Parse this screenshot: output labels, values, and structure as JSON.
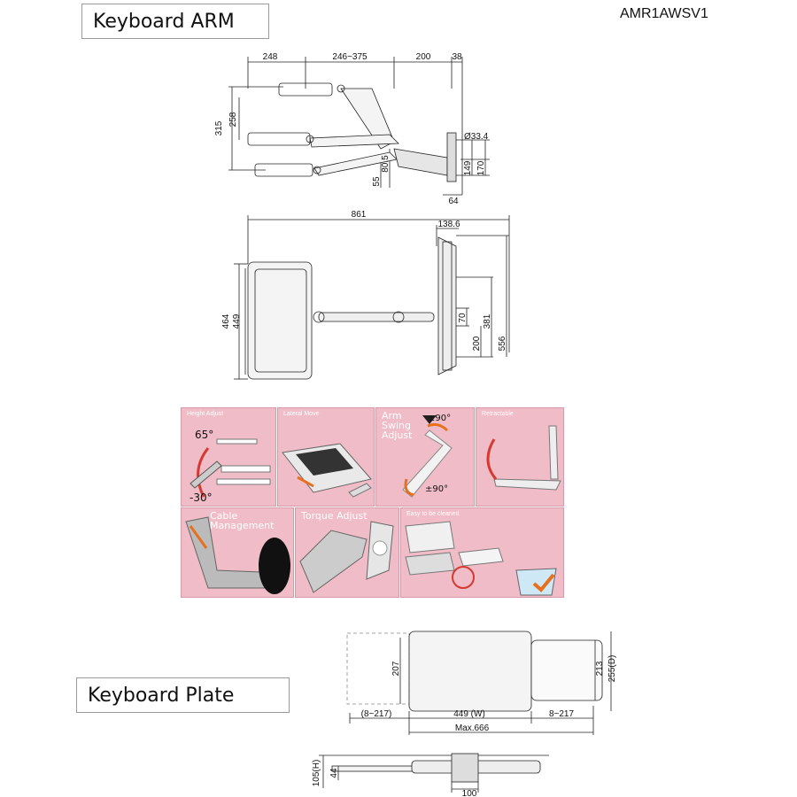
{
  "header": {
    "arm_title": "Keyboard ARM",
    "model_code": "AMR1AWSV1",
    "plate_title": "Keyboard  Plate"
  },
  "side_view": {
    "top_dims": [
      "248",
      "246~375",
      "200",
      "38"
    ],
    "left_dims": [
      "315",
      "258"
    ],
    "right_dims": [
      "Ø33.4",
      "149",
      "170"
    ],
    "low_dims": [
      "55",
      "80.5"
    ],
    "bottom_dim": "64"
  },
  "top_view": {
    "overall_width": "861",
    "right_top": "138.6",
    "left_dims": [
      "464",
      "449"
    ],
    "right_dims": [
      "70",
      "200",
      "381",
      "556"
    ]
  },
  "features": {
    "height_adjust": {
      "label": "Height Adjust",
      "up": "65°",
      "down": "-30°"
    },
    "lateral_move": {
      "label": "Lateral Move"
    },
    "arm_swing": {
      "label": "Arm Swing Adjust",
      "plus": "±90°",
      "minus": "±90°"
    },
    "retractable": {
      "label": "Retractable"
    },
    "cable_management": {
      "label": "Cable Management"
    },
    "torque_adjust": {
      "label": "Torque Adjust"
    },
    "easy_clean": {
      "label": "Easy to be cleaned"
    }
  },
  "plate_view": {
    "left_extend": "(8~217)",
    "width": "449 (W)",
    "right_extend": "8~217",
    "max": "Max.666",
    "height_207": "207",
    "height_213": "213",
    "depth": "255(D)"
  },
  "plate_side": {
    "height": "105(H)",
    "thickness": "44",
    "width": "100"
  },
  "colors": {
    "panel_pink": "#efbcc7",
    "line": "#222222",
    "orange_arrow": "#e8701d",
    "red_arrow": "#d43a2f"
  }
}
